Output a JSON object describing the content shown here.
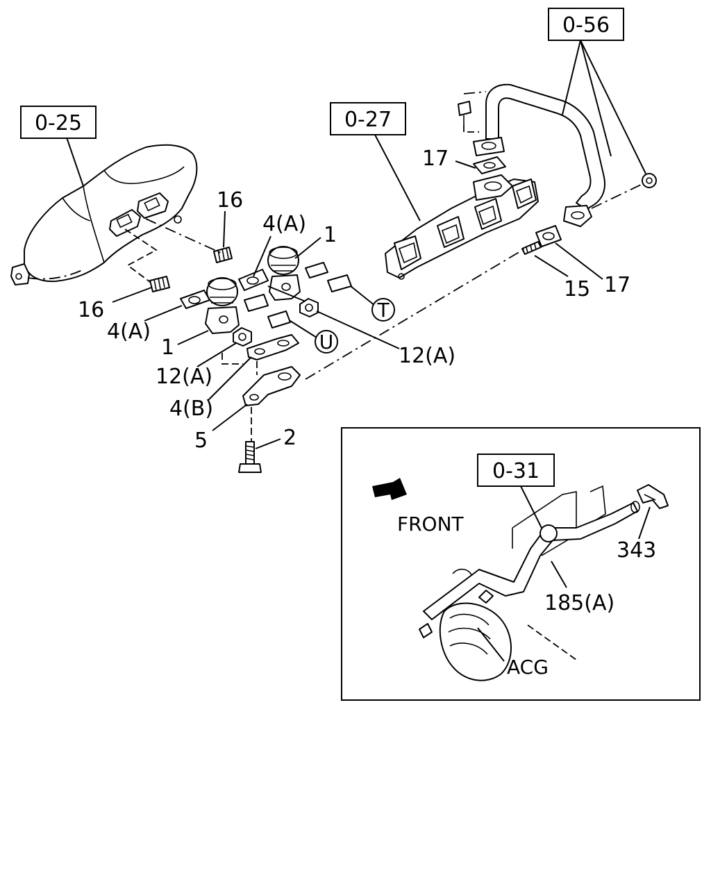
{
  "references": {
    "ref_025": "0-25",
    "ref_027": "0-27",
    "ref_056": "0-56",
    "ref_031": "0-31"
  },
  "callouts": {
    "c16_top": "16",
    "c16_left": "16",
    "c4a_top": "4(A)",
    "c4a_left": "4(A)",
    "c1_top": "1",
    "c1_left": "1",
    "c12a_left": "12(A)",
    "c12a_right": "12(A)",
    "c4b": "4(B)",
    "c5": "5",
    "c2": "2",
    "c17_top": "17",
    "c17_right": "17",
    "c15": "15"
  },
  "connectors": {
    "t": "T",
    "u": "U"
  },
  "inset": {
    "front_label": "FRONT",
    "c343": "343",
    "c185a": "185(A)",
    "acg": "ACG"
  },
  "icons": [
    "front-direction-arrow-icon"
  ]
}
